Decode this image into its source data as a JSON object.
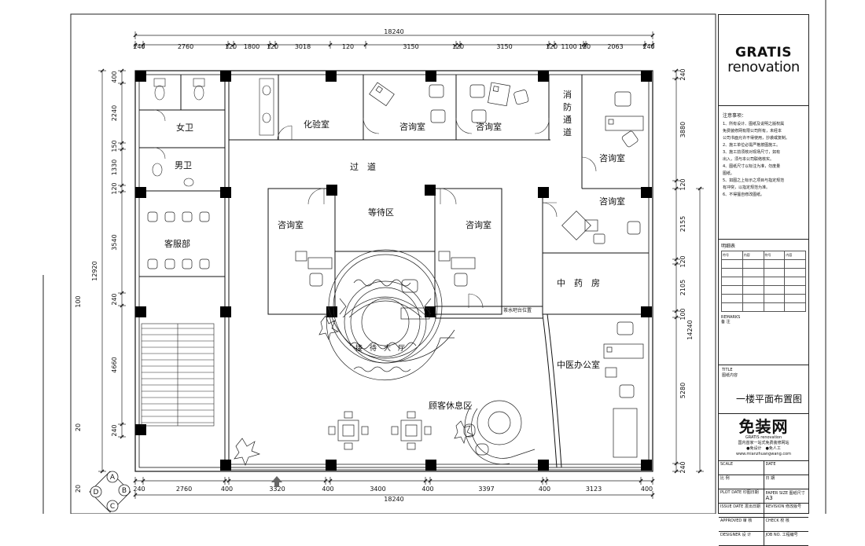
{
  "overall_width": "18240",
  "overall_height": "12920",
  "right_total": "14240",
  "top_dims": [
    "240",
    "2760",
    "120",
    "1800",
    "120",
    "3018",
    "120",
    "3150",
    "120",
    "3150",
    "120",
    "1100",
    "120",
    "2063",
    "240"
  ],
  "bottom_dims": [
    "240",
    "2760",
    "400",
    "3320",
    "400",
    "3400",
    "400",
    "3397",
    "400",
    "3123",
    "400"
  ],
  "left_dims": [
    "400",
    "2240",
    "150",
    "1330",
    "120",
    "3540",
    "240",
    "4660",
    "240"
  ],
  "right_dims": [
    "240",
    "3880",
    "120",
    "2155",
    "120",
    "2105",
    "100",
    "5280",
    "240"
  ],
  "outer_left_dims": [
    "100",
    "20",
    "20"
  ],
  "rooms": {
    "womens_wc": "女卫",
    "mens_wc": "男卫",
    "customer_service": "客服部",
    "lab": "化验室",
    "consult_1": "咨询室",
    "consult_2": "咨询室",
    "fire_passage": "消防通道",
    "consult_3": "咨询室",
    "consult_4": "咨询室",
    "corridor": "过　道",
    "waiting": "等待区",
    "consult_5": "咨询室",
    "consult_6": "咨询室",
    "pharmacy": "中　药　房",
    "reception": "接　待　大　厅",
    "tcm_office": "中医办公室",
    "lounge": "顾客休息区",
    "tea_station": "茶水吧台位置"
  },
  "compass": [
    "A",
    "B",
    "C",
    "D"
  ],
  "title_block": {
    "logo_line1": "GRATIS",
    "logo_line2": "renovation",
    "notes_heading": "注意事项：",
    "notes": [
      "1、所有设计、图纸及说明之版权属",
      "免费装修网有限公司所有，未经本",
      "公司书面允许不得使用，抄袭或复制。",
      "2、施工单位必需严格按图施工。",
      "3、施工前须核对现场尺寸，如有",
      "出入，须与本公司联络核实。",
      "4、图纸尺寸以标注为准，勿度量",
      "图纸。",
      "5、如图之上标示之项目与指定规范",
      "有冲突，以指定规范为准。",
      "6、不得擅自修改图纸。"
    ],
    "legend_heading": "明细表",
    "legend_cols": [
      "符号",
      "内容",
      "符号",
      "内容"
    ],
    "remarks_en": "REMARKS",
    "remarks_cn": "备 注",
    "title_en": "TITLE",
    "title_cn": "图纸内容",
    "drawing_name": "一楼平面布置图",
    "brand_big": "免装网",
    "brand_logo": "GRATIS renovation",
    "brand_slogan1": "国内首家一站式免费装修网站",
    "brand_slogan2": "●免设计　●免人工",
    "brand_url": "www.mianzhuangwang.com",
    "meta_rows": [
      [
        "SCALE",
        "DATE"
      ],
      [
        "比 例",
        "日 期"
      ],
      [
        "PLOT DATE 印图日期",
        "PAPER SIZE 图纸尺寸"
      ],
      [
        "ISSUE DATE 发出日期",
        "REVISION 修改版号"
      ],
      [
        "APPROVED 审 核",
        "CHECK 校 核"
      ],
      [
        "DESIGNER 设 计",
        "JOB NO. 工程编号"
      ]
    ],
    "paper_size": "A3"
  }
}
